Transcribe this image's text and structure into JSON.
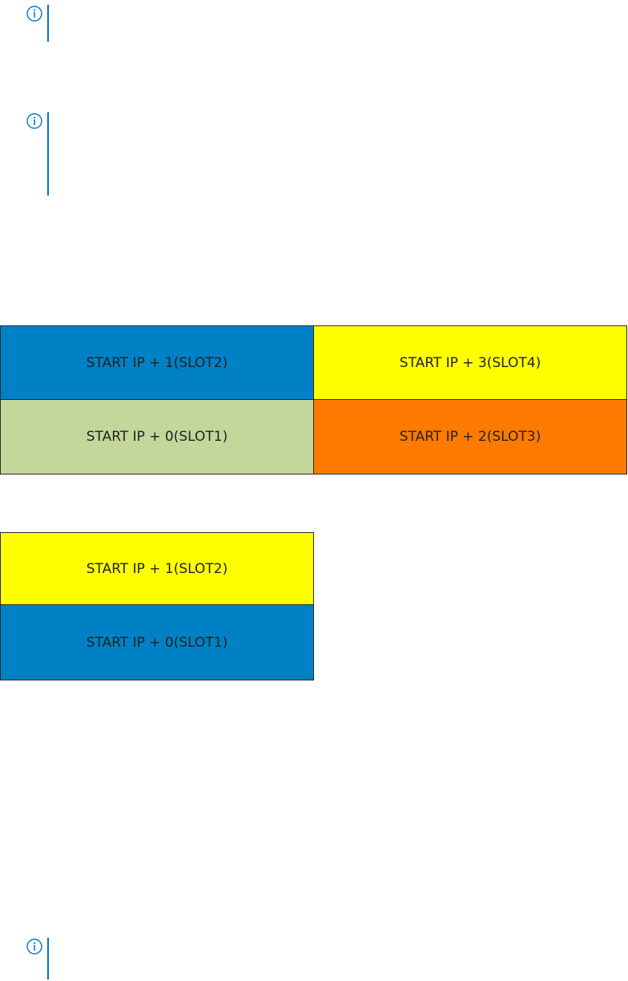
{
  "notes": [
    {
      "icon": "info-icon"
    },
    {
      "icon": "info-icon"
    },
    {
      "icon": "info-icon"
    }
  ],
  "diagrams": {
    "four_slot": {
      "cells": [
        {
          "label": "START IP + 1(SLOT2)",
          "color": "#0081c6"
        },
        {
          "label": "START IP + 3(SLOT4)",
          "color": "#ffff00"
        },
        {
          "label": "START IP + 0(SLOT1)",
          "color": "#c4d79b"
        },
        {
          "label": "START IP + 2(SLOT3)",
          "color": "#ff7a00"
        }
      ]
    },
    "two_slot": {
      "cells": [
        {
          "label": "START IP + 1(SLOT2)",
          "color": "#ffff00"
        },
        {
          "label": "START IP + 0(SLOT1)",
          "color": "#0081c6"
        }
      ]
    }
  }
}
